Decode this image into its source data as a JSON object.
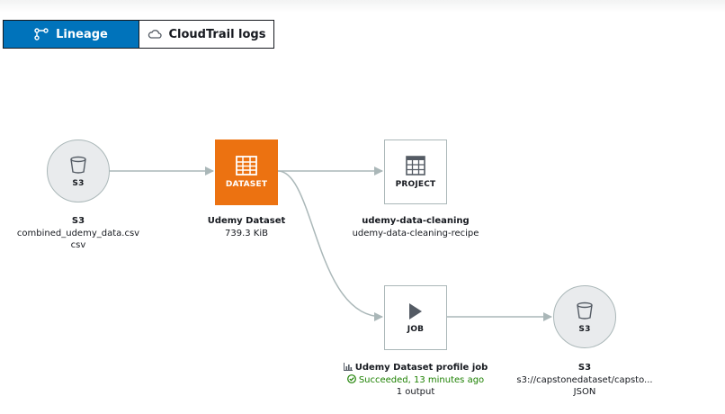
{
  "tabs": [
    {
      "label": "Lineage",
      "icon": "lineage-icon",
      "active": true
    },
    {
      "label": "CloudTrail logs",
      "icon": "cloud-icon",
      "active": false
    }
  ],
  "colors": {
    "accent": "#0073bb",
    "dataset": "#ec7211",
    "success": "#1d8102"
  },
  "nodes": {
    "source_s3": {
      "type": "S3",
      "title": "S3",
      "line1": "combined_udemy_data.csv",
      "line2": "csv",
      "icon": "bucket-icon"
    },
    "dataset": {
      "type": "DATASET",
      "title": "Udemy Dataset",
      "line1": "739.3 KiB",
      "icon": "table-icon"
    },
    "project": {
      "type": "PROJECT",
      "title": "udemy-data-cleaning",
      "line1": "udemy-data-cleaning-recipe",
      "icon": "grid-icon"
    },
    "job": {
      "type": "JOB",
      "title": "Udemy Dataset profile job",
      "status": "Succeeded, 13 minutes ago",
      "line2": "1 output",
      "icon": "play-icon"
    },
    "output_s3": {
      "type": "S3",
      "title": "S3",
      "line1": "s3://capstonedataset/capsto...",
      "line2": "JSON",
      "icon": "bucket-icon"
    }
  }
}
